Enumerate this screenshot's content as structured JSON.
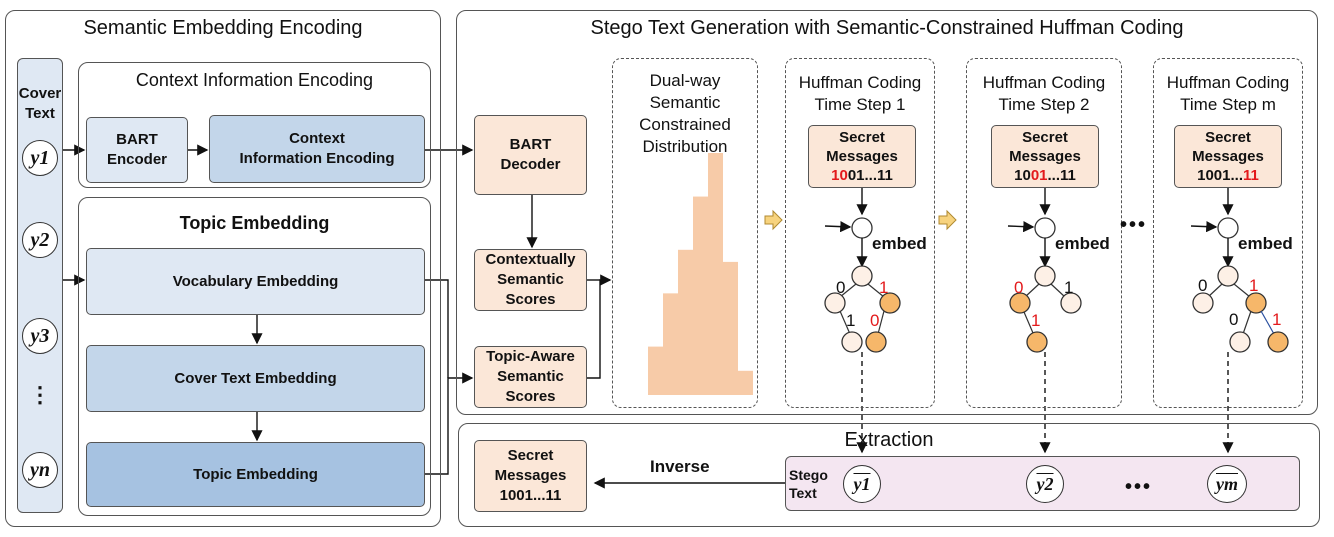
{
  "left_panel": {
    "title": "Semantic Embedding Encoding",
    "cover_text_label": "Cover\nText",
    "tokens": [
      "y1",
      "y2",
      "y3",
      "yn"
    ],
    "context_section": {
      "title": "Context Information Encoding",
      "encoder": "BART\nEncoder",
      "context_box": "Context\nInformation Encoding"
    },
    "topic_section": {
      "title": "Topic Embedding",
      "vocab": "Vocabulary Embedding",
      "cover_embed": "Cover Text Embedding",
      "topic_embed": "Topic Embedding"
    }
  },
  "right_panel": {
    "title": "Stego Text Generation with Semantic-Constrained  Huffman Coding",
    "decoder": "BART\nDecoder",
    "contextual_scores": "Contextually\nSemantic\nScores",
    "topic_scores": "Topic-Aware\nSemantic\nScores",
    "distribution_title": "Dual-way Semantic\nConstrained\nDistribution",
    "distribution_bars": [
      0.2,
      0.42,
      0.6,
      0.82,
      1.0,
      0.55,
      0.1
    ],
    "steps": [
      {
        "title": "Huffman Coding\nTime Step 1",
        "secret_label": "Secret\nMessages",
        "msg_red": "10",
        "msg_rest": "01...11",
        "msg_prefix": "",
        "embed": "embed",
        "edge_left": "0",
        "edge_right": "1",
        "sub_left": "1",
        "sub_right": "0"
      },
      {
        "title": "Huffman Coding\nTime Step 2",
        "secret_label": "Secret\nMessages",
        "msg_prefix": "10",
        "msg_red": "01",
        "msg_rest": "...11",
        "embed": "embed",
        "edge_left": "0",
        "edge_right": "1",
        "sub_left": "1"
      },
      {
        "title": "Huffman Coding\nTime Step m",
        "secret_label": "Secret\nMessages",
        "msg_prefix": "1001...",
        "msg_red": "11",
        "msg_rest": "",
        "embed": "embed",
        "edge_left": "0",
        "edge_right": "1",
        "sub_left": "0",
        "sub_right": "1"
      }
    ],
    "ellipsis": "•••"
  },
  "extraction": {
    "title": "Extraction",
    "inverse_label": "Inverse",
    "secret_box": "Secret\nMessages\n1001...11",
    "stego_label": "Stego\nText",
    "outputs": [
      "y1",
      "y2",
      "ym"
    ],
    "ellipsis": "•••"
  },
  "colors": {
    "blue_light": "#dfe8f3",
    "blue_mid": "#c3d6ea",
    "blue_dark": "#a6c2e1",
    "peach": "#fbe7d8",
    "bar": "#f7cba8",
    "orange_node": "#f6b76a",
    "red": "#e31a1c",
    "pink_bg": "#f4e6f1"
  }
}
